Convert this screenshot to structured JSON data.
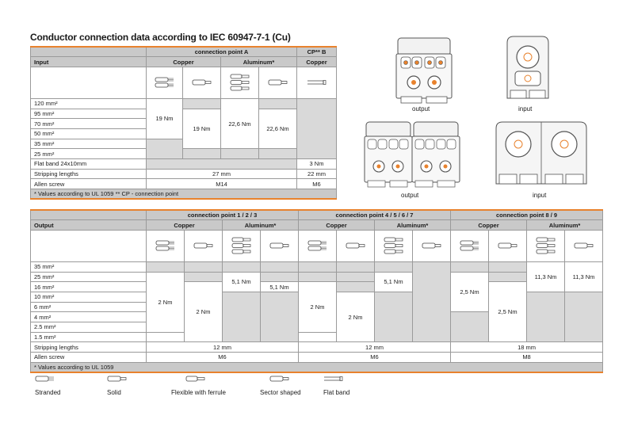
{
  "title": "Conductor connection data according to IEC 60947-7-1 (Cu)",
  "table1": {
    "cp_a": "connection point A",
    "cp_b": "CP** B",
    "input": "Input",
    "copper": "Copper",
    "aluminum": "Aluminum*",
    "copper_b": "Copper",
    "rows": [
      "120 mm²",
      "95 mm²",
      "70 mm²",
      "50 mm²",
      "35 mm²",
      "25 mm²",
      "Flat band 24x10mm"
    ],
    "torque_stranded": "19 Nm",
    "torque_solid": "19 Nm",
    "torque_al_ferrule": "22,6 Nm",
    "torque_al_sector": "22,6 Nm",
    "torque_flatband": "3 Nm",
    "strip_label": "Stripping lengths",
    "strip_a": "27 mm",
    "strip_b": "22 mm",
    "allen_label": "Allen screw",
    "allen_a": "M14",
    "allen_b": "M6",
    "footnote": "* Values according to UL 1059     ** CP - connection point"
  },
  "table2": {
    "output": "Output",
    "copper": "Copper",
    "aluminum": "Aluminum*",
    "groups": [
      "connection point 1 / 2 / 3",
      "connection point 4 / 5 / 6 / 7",
      "connection point 8 / 9"
    ],
    "rows": [
      "35 mm²",
      "25 mm²",
      "16 mm²",
      "10 mm²",
      "6 mm²",
      "4 mm²",
      "2.5 mm²",
      "1.5 mm²"
    ],
    "g1": {
      "stranded": "2 Nm",
      "solid": "2 Nm",
      "al_ferrule": "5,1 Nm",
      "al_sector": "5,1 Nm"
    },
    "g2": {
      "stranded": "2 Nm",
      "solid": "2 Nm",
      "al_ferrule": "5,1 Nm"
    },
    "g3": {
      "stranded": "2,5 Nm",
      "solid": "2,5 Nm",
      "al_ferrule": "11,3 Nm",
      "al_sector": "11,3 Nm"
    },
    "strip_label": "Stripping lengths",
    "strip": [
      "12 mm",
      "12 mm",
      "18 mm"
    ],
    "allen_label": "Allen screw",
    "allen": [
      "M6",
      "M6",
      "M8"
    ],
    "footnote": "* Values according to UL 1059"
  },
  "legend": [
    "Stranded",
    "Solid",
    "Flexible with ferrule",
    "Sector shaped",
    "Flat band"
  ],
  "images": {
    "output_label_1": "output",
    "input_label_1": "input",
    "output_label_2": "output",
    "input_label_2": "input"
  },
  "icons": [
    "stranded-conductor-icon",
    "solid-conductor-icon",
    "ferrule-conductor-icon",
    "sector-conductor-icon",
    "flat-band-icon"
  ]
}
